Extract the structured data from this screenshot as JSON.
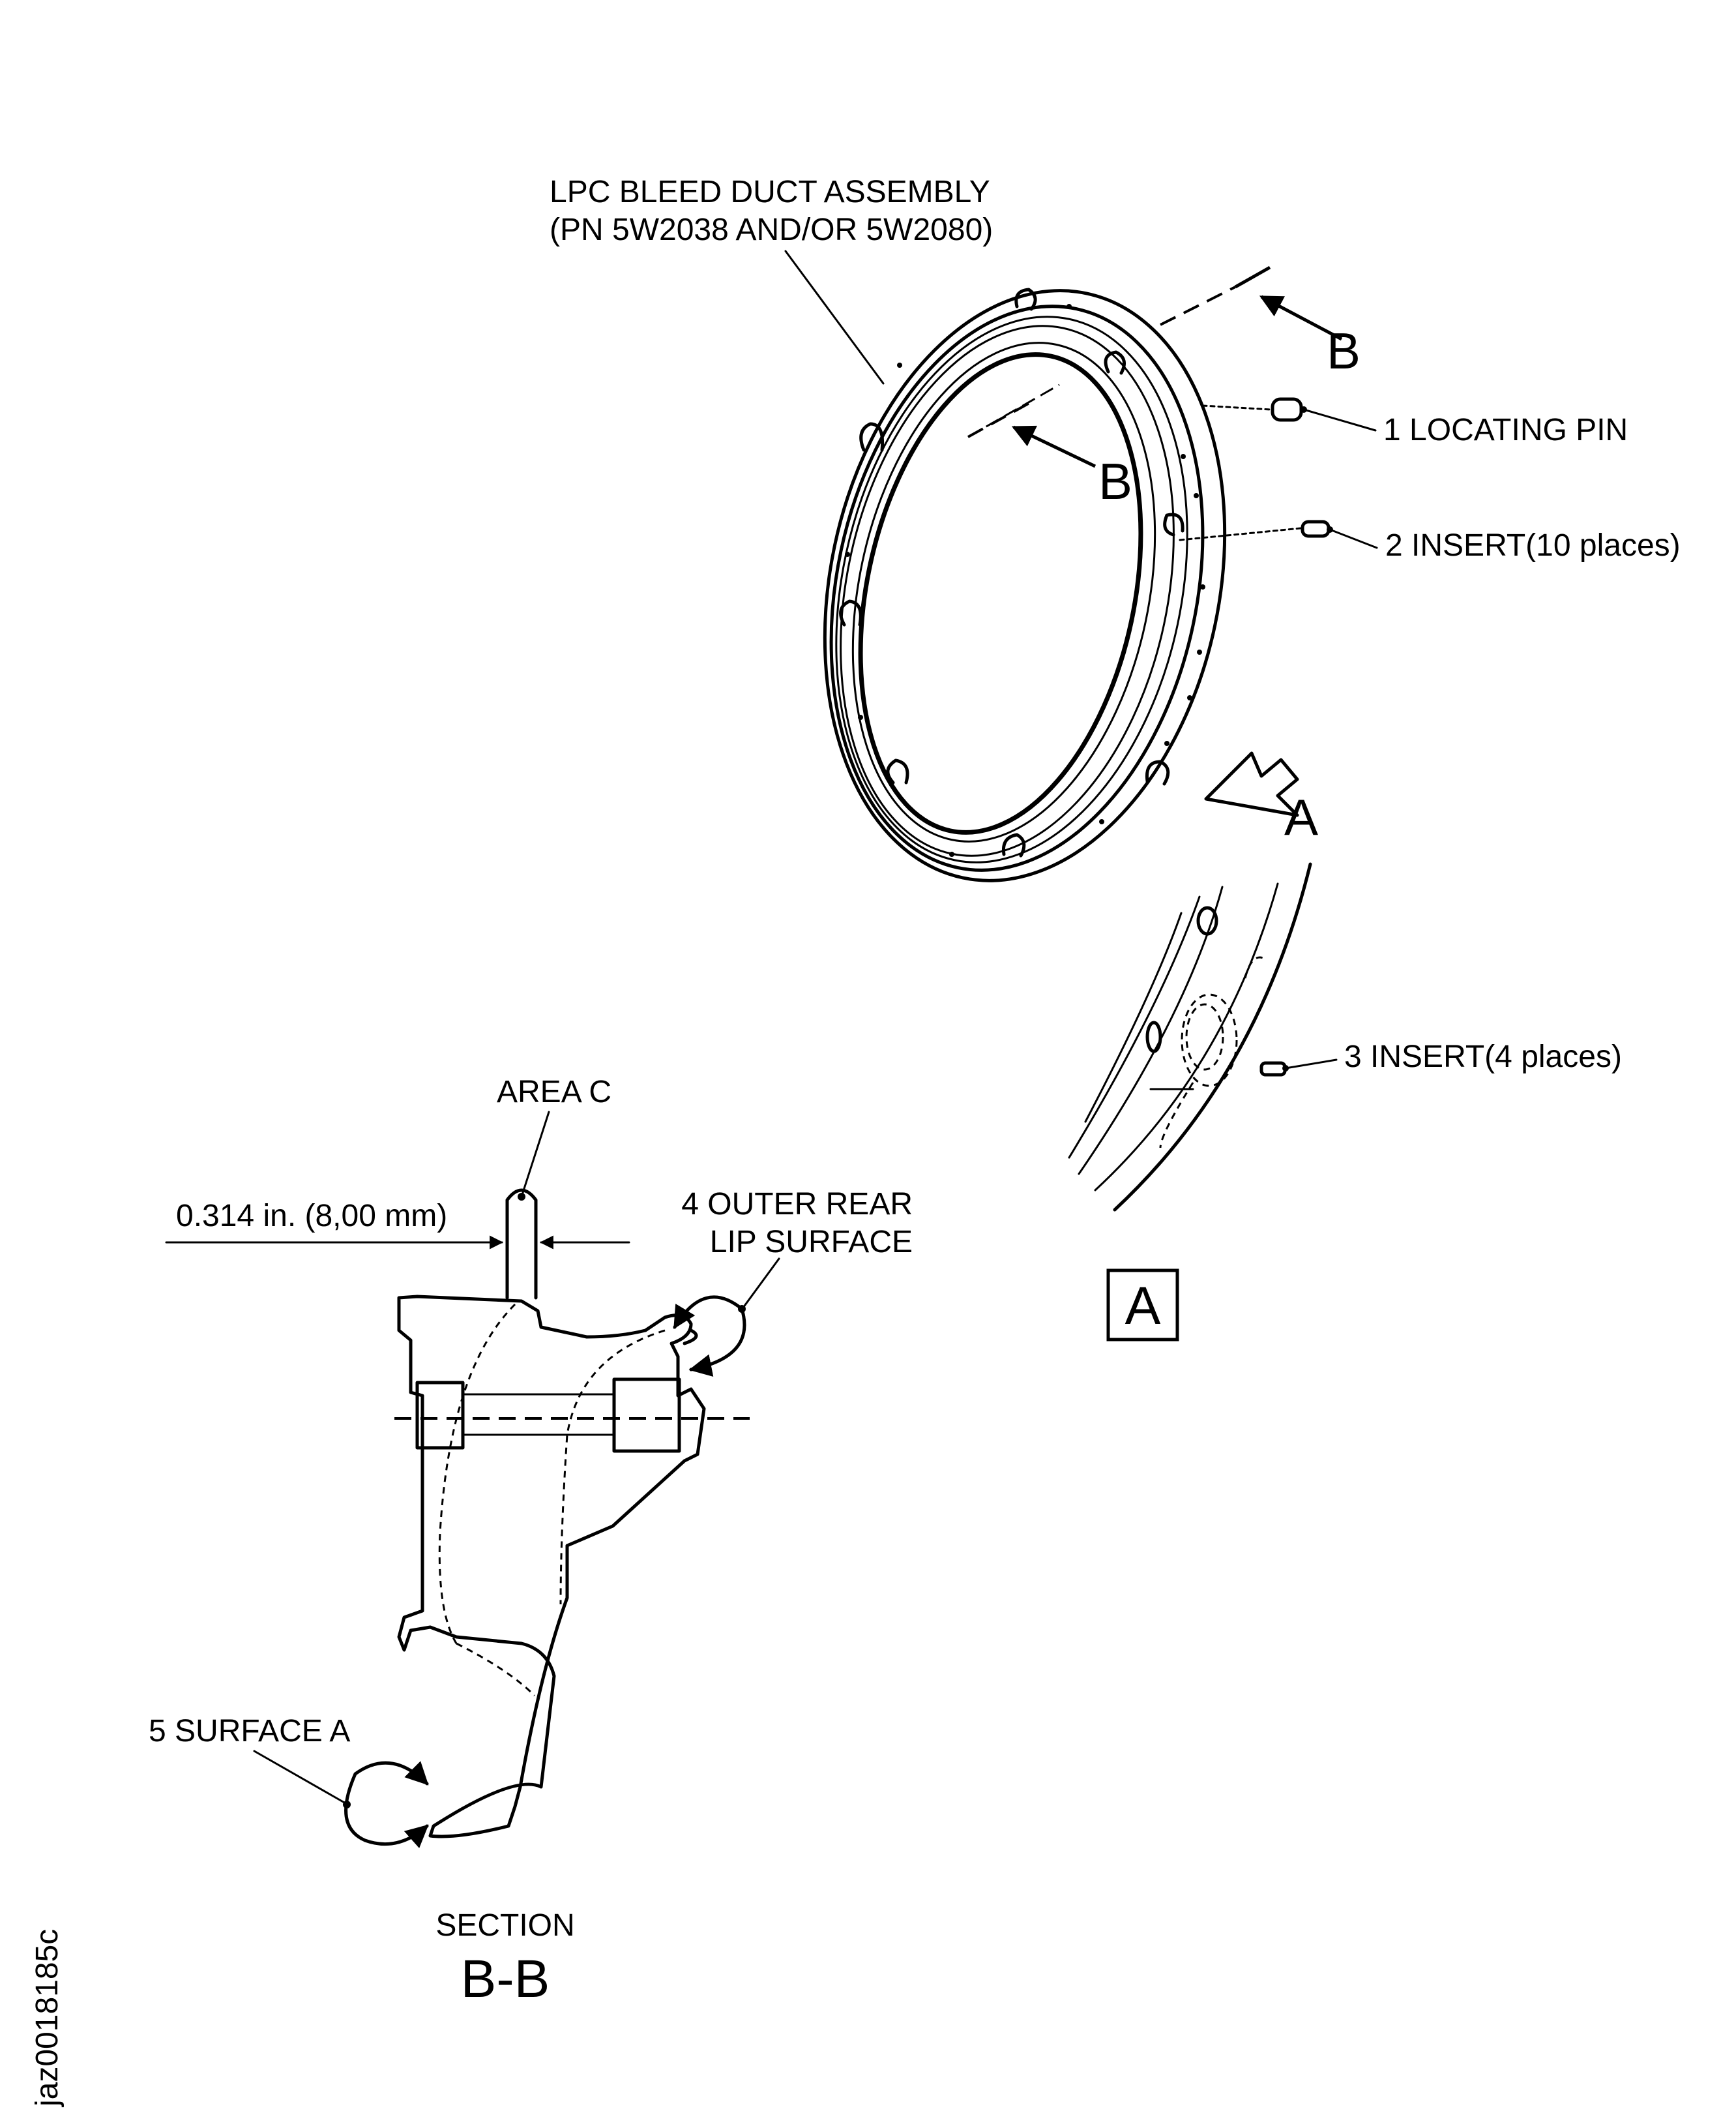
{
  "diagram": {
    "assembly_label_line1": "LPC BLEED DUCT ASSEMBLY",
    "assembly_label_line2": "(PN 5W2038 AND/OR 5W2080)",
    "section_letter_upper": "B",
    "section_letter_lower": "B",
    "view_letter": "A",
    "callouts": {
      "locating_pin": "1 LOCATING PIN",
      "insert_10": "2 INSERT(10 places)",
      "insert_4": "3 INSERT(4 places)",
      "outer_rear_lip_line1": "4 OUTER REAR",
      "outer_rear_lip_line2": "LIP SURFACE",
      "surface_a": "5 SURFACE A",
      "area_c": "AREA C"
    },
    "dimension": "0.314 in. (8,00 mm)",
    "detail_view_label": "A",
    "section_title": "SECTION",
    "section_name": "B-B",
    "figure_id": "jaz0018185c"
  }
}
